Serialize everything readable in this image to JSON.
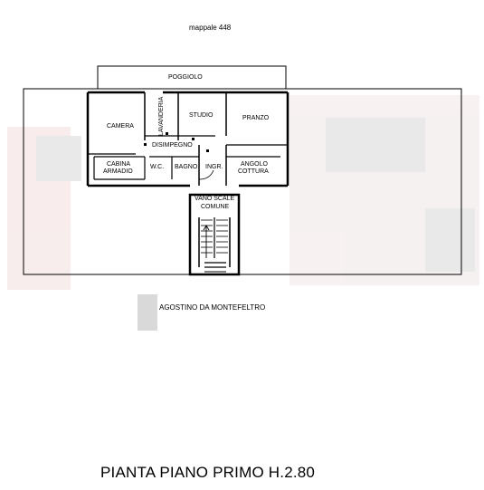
{
  "top_label": "mappale 448",
  "balcony": "POGGIOLO",
  "rooms": {
    "camera": "CAMERA",
    "lavanderia": "LAVANDERIA",
    "studio": "STUDIO",
    "pranzo": "PRANZO",
    "disimpegno": "DISIMPEGNO",
    "cabina_line1": "CABINA",
    "cabina_line2": "ARMADIO",
    "wc": "W.C.",
    "bagno": "BAGNO",
    "ingresso": "INGR.",
    "angolo_line1": "ANGOLO",
    "angolo_line2": "COTTURA",
    "vano_line1": "VANO SCALE",
    "vano_line2": "COMUNE"
  },
  "street": "AGOSTINO DA MONTEFELTRO",
  "title": "PIANTA PIANO PRIMO  H.2.80",
  "colors": {
    "line": "#000000",
    "blur_gray": "#d8d8d8",
    "blur_pink": "#f3dede"
  }
}
